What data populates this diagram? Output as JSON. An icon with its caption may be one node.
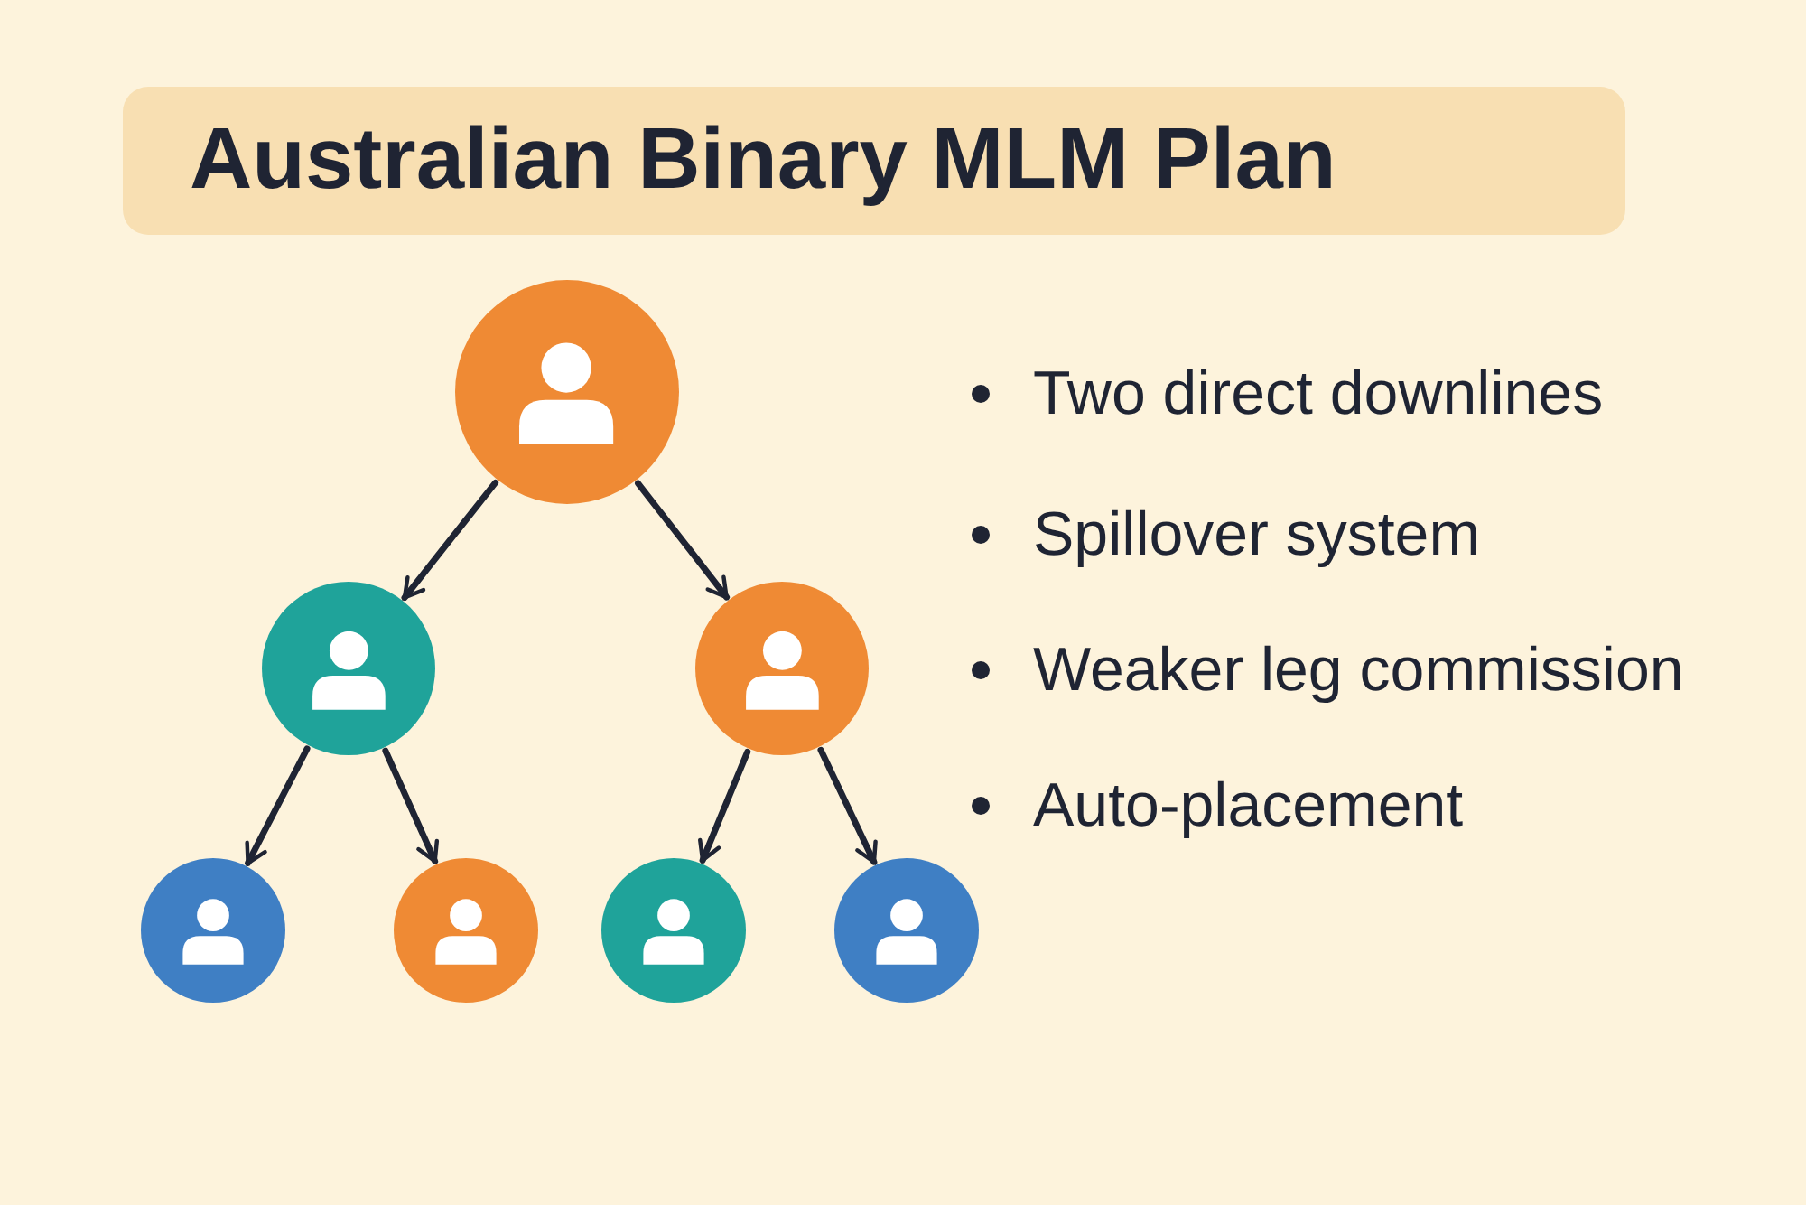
{
  "diagram": {
    "title": "Australian Binary MLM Plan",
    "nodes": [
      {
        "text": [],
        "shape": "person"
      },
      {
        "text": [],
        "shape": "person"
      },
      {
        "text": [],
        "shape": "person"
      },
      {
        "text": [],
        "shape": "person"
      },
      {
        "text": [],
        "shape": "person"
      },
      {
        "text": [],
        "shape": "person"
      },
      {
        "text": [],
        "shape": "person"
      }
    ],
    "edges": [
      {
        "from": 0,
        "to": 1,
        "arrow": "to"
      },
      {
        "from": 0,
        "to": 2,
        "arrow": "to"
      },
      {
        "from": 1,
        "to": 3,
        "arrow": "to"
      },
      {
        "from": 1,
        "to": 4,
        "arrow": "to"
      },
      {
        "from": 2,
        "to": 5,
        "arrow": "to"
      },
      {
        "from": 2,
        "to": 6,
        "arrow": "to"
      }
    ],
    "labels": [
      "Two direct downlines",
      "Spillover system",
      "Weaker leg commission",
      "Auto-placement"
    ]
  }
}
